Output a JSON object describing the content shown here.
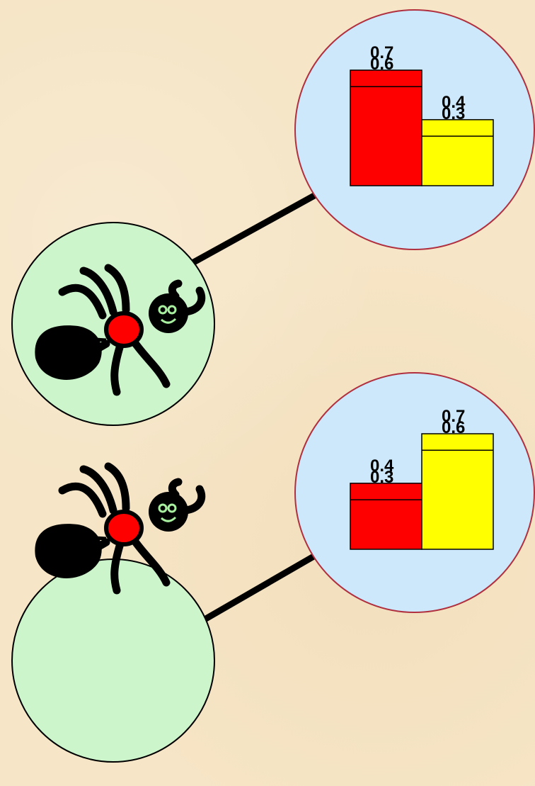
{
  "colors": {
    "background": "#f6e5c6",
    "ant_circle": "#ccf5cc",
    "chart_circle": "#cde8fb",
    "circle_border": "#b03040",
    "ant_body": "#000000",
    "ant_thorax": "#ff0000",
    "ant_face": "#a8f0a0",
    "bar_left": "#ff0000",
    "bar_right": "#ffff00",
    "connector": "#000000"
  },
  "icons": [
    "ant-icon",
    "ant-icon"
  ],
  "chart_data": [
    {
      "type": "bar",
      "categories": [
        "red",
        "yellow"
      ],
      "values": [
        0.7,
        0.4
      ],
      "inner_lines": [
        0.6,
        0.3
      ],
      "labels": [
        {
          "top": "0.7",
          "bottom": "0.6"
        },
        {
          "top": "0.4",
          "bottom": "0.3"
        }
      ],
      "ylim": [
        0,
        0.7
      ]
    },
    {
      "type": "bar",
      "categories": [
        "red",
        "yellow"
      ],
      "values": [
        0.4,
        0.7
      ],
      "inner_lines": [
        0.3,
        0.6
      ],
      "labels": [
        {
          "top": "0.4",
          "bottom": "0.3"
        },
        {
          "top": "0.7",
          "bottom": "0.6"
        }
      ],
      "ylim": [
        0,
        0.7
      ]
    }
  ]
}
